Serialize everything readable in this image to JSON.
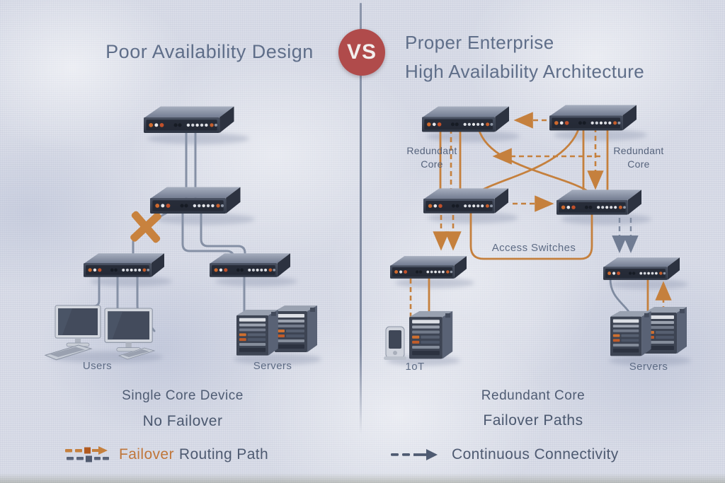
{
  "titles": {
    "left": "Poor Availability Design",
    "right_line1": "Proper Enterprise",
    "right_line2": "High Availability Architecture",
    "vs_badge": "VS"
  },
  "left_diagram": {
    "users_label": "Users",
    "servers_label": "Servers",
    "caption_line1": "Single Core Device",
    "caption_line2": "No Failover"
  },
  "right_diagram": {
    "redundant_core_left": "Redundant Core",
    "redundant_core_right": "Redundant Core",
    "access_switches_label": "Access Switches",
    "iot_label": "1oT",
    "servers_label": "Servers",
    "caption_line1": "Redundant Core",
    "caption_line2": "Failover Paths"
  },
  "legend": {
    "failover_highlight": "Failover",
    "failover_rest": "Routing Path",
    "continuous": "Continuous Connectivity"
  },
  "colors": {
    "background": "#d6dae6",
    "accent_orange": "#c5803d",
    "wire_gray": "#8590a5",
    "vs_red": "#b04b4b",
    "heading_text": "#5f6e89",
    "caption_text": "#4f5c73"
  }
}
